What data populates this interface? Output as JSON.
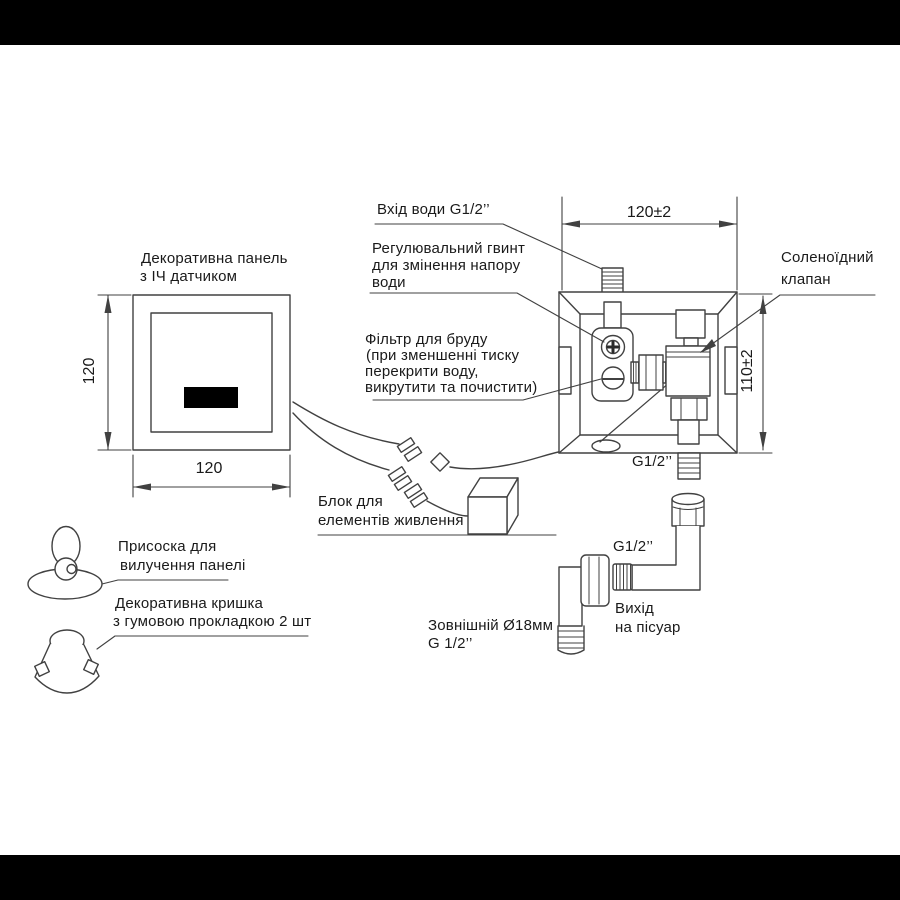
{
  "canvas": {
    "background": "#ffffff",
    "letterbox_color": "#000000"
  },
  "colors": {
    "line": "#414141",
    "text": "#1a1a1a",
    "sensor": "#000000"
  },
  "panel": {
    "label_line1": "Декоративна панель",
    "label_line2": "з ІЧ датчиком",
    "width_dim": "120",
    "height_dim": "120"
  },
  "valve_box": {
    "width_dim": "120±2",
    "height_dim": "110±2",
    "inlet_label": "Вхід води G1/2’’",
    "screw_line1": "Регулювальний гвинт",
    "screw_line2": "для змінення напору",
    "screw_line3": "води",
    "filter_line1": "Фільтр для бруду",
    "filter_line2": "(при зменшенні тиску",
    "filter_line3": "перекрити воду,",
    "filter_line4": "викрутити та почистити)",
    "solenoid_line1": "Соленоїдний",
    "solenoid_line2": "клапан",
    "outlet_thread": "G1/2’’"
  },
  "power_block": {
    "line1": "Блок для",
    "line2": "елементів живлення"
  },
  "suction_cup": {
    "line1": "Присоска для",
    "line2": "вилучення панелі"
  },
  "decorative_cap": {
    "line1": "Декоративна кришка",
    "line2": "з гумовою прокладкою 2 шт"
  },
  "outlet": {
    "elbow_thread": "G1/2’’",
    "outer_line1": "Зовнішній Ø18мм",
    "outer_line2": "G 1/2’’",
    "dest_line1": "Вихід",
    "dest_line2": "на пісуар"
  }
}
